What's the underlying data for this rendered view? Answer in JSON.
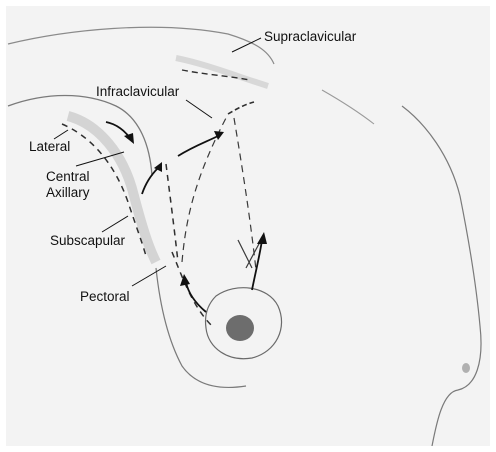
{
  "labels": {
    "supraclavicular": "Supraclavicular",
    "infraclavicular": "Infraclavicular",
    "lateral": "Lateral",
    "central": "Central",
    "axillary": "Axillary",
    "subscapular": "Subscapular",
    "pectoral": "Pectoral"
  },
  "colors": {
    "background": "#f3f3f3",
    "outline": "#7a7a7a",
    "node": "#2f2f2f",
    "label": "#111111"
  }
}
